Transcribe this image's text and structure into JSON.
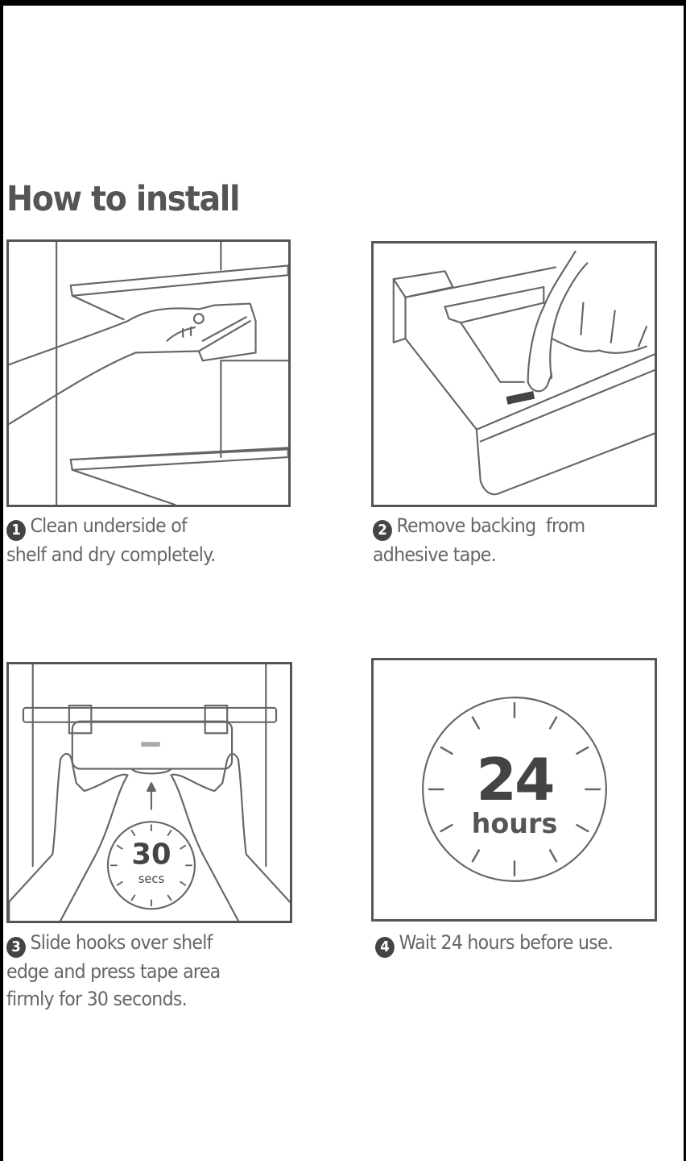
{
  "title": "How to install",
  "steps": [
    {
      "number": "1",
      "line1": "Clean underside of",
      "line2": "shelf and dry completely.",
      "illustration": "hand-wiping-shelf-underside"
    },
    {
      "number": "2",
      "line1": "Remove backing  from",
      "line2": "adhesive tape.",
      "illustration": "fingers-peeling-tape-backing"
    },
    {
      "number": "3",
      "line1": "Slide hooks over shelf",
      "line2": "edge and press tape area",
      "line3": "firmly for 30 seconds.",
      "illustration": "hands-pressing-hook-with-timer",
      "timer_value": "30",
      "timer_unit": "secs"
    },
    {
      "number": "4",
      "line1": "Wait 24 hours before use.",
      "illustration": "clock-face",
      "clock_value": "24",
      "clock_unit": "hours"
    }
  ],
  "colors": {
    "ink": "#555555",
    "text": "#666666",
    "badge": "#444444",
    "frame": "#000000"
  }
}
